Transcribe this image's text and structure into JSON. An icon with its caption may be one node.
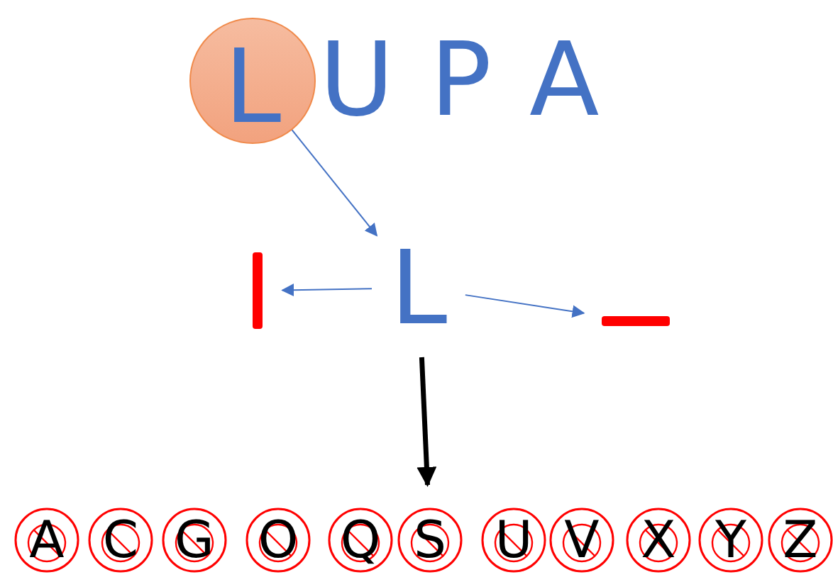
{
  "diagram": {
    "nodes": [
      {
        "text": [
          "L"
        ]
      },
      {
        "text": [
          "L"
        ]
      },
      {
        "text": [],
        "shape": "bar"
      },
      {
        "text": [],
        "shape": "bar"
      },
      {
        "text": [
          "A"
        ]
      },
      {
        "text": [
          "C"
        ]
      },
      {
        "text": [
          "G"
        ]
      },
      {
        "text": [
          "O"
        ]
      },
      {
        "text": [
          "Q"
        ]
      },
      {
        "text": [
          "S"
        ]
      },
      {
        "text": [
          "U"
        ]
      },
      {
        "text": [
          "V"
        ]
      },
      {
        "text": [
          "X"
        ]
      },
      {
        "text": [
          "Y"
        ]
      },
      {
        "text": [
          "Z"
        ]
      }
    ],
    "edges": [
      {
        "from": 0,
        "to": 1,
        "arrow": "to",
        "color": "#4472c4"
      },
      {
        "from": 1,
        "to": 2,
        "arrow": "to",
        "color": "#4472c4"
      },
      {
        "from": 1,
        "to": 3,
        "arrow": "to",
        "color": "#4472c4"
      },
      {
        "from": 1,
        "to": 9,
        "arrow": "to",
        "style": "thick",
        "color": "#000000"
      }
    ],
    "labels": [
      "U",
      "P",
      "A"
    ]
  }
}
